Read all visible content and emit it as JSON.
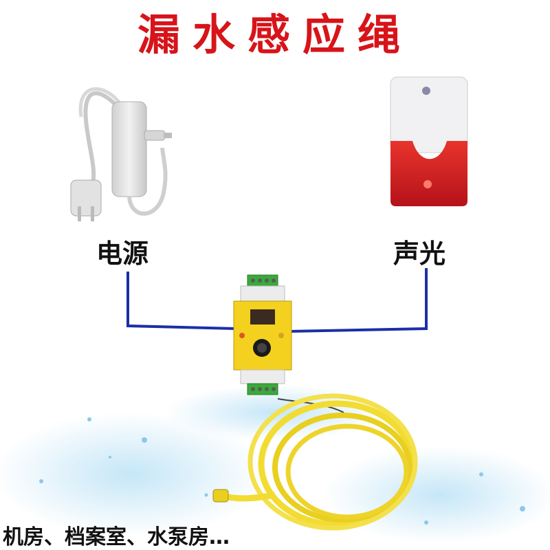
{
  "title": "漏水感应绳",
  "labels": {
    "power": "电源",
    "alarm": "声光"
  },
  "footer": "机房、档案室、水泵房…",
  "colors": {
    "title": "#d7141a",
    "wire": "#1a2fa6",
    "controller": "#f4d11e",
    "cable": "#f2dc32"
  }
}
